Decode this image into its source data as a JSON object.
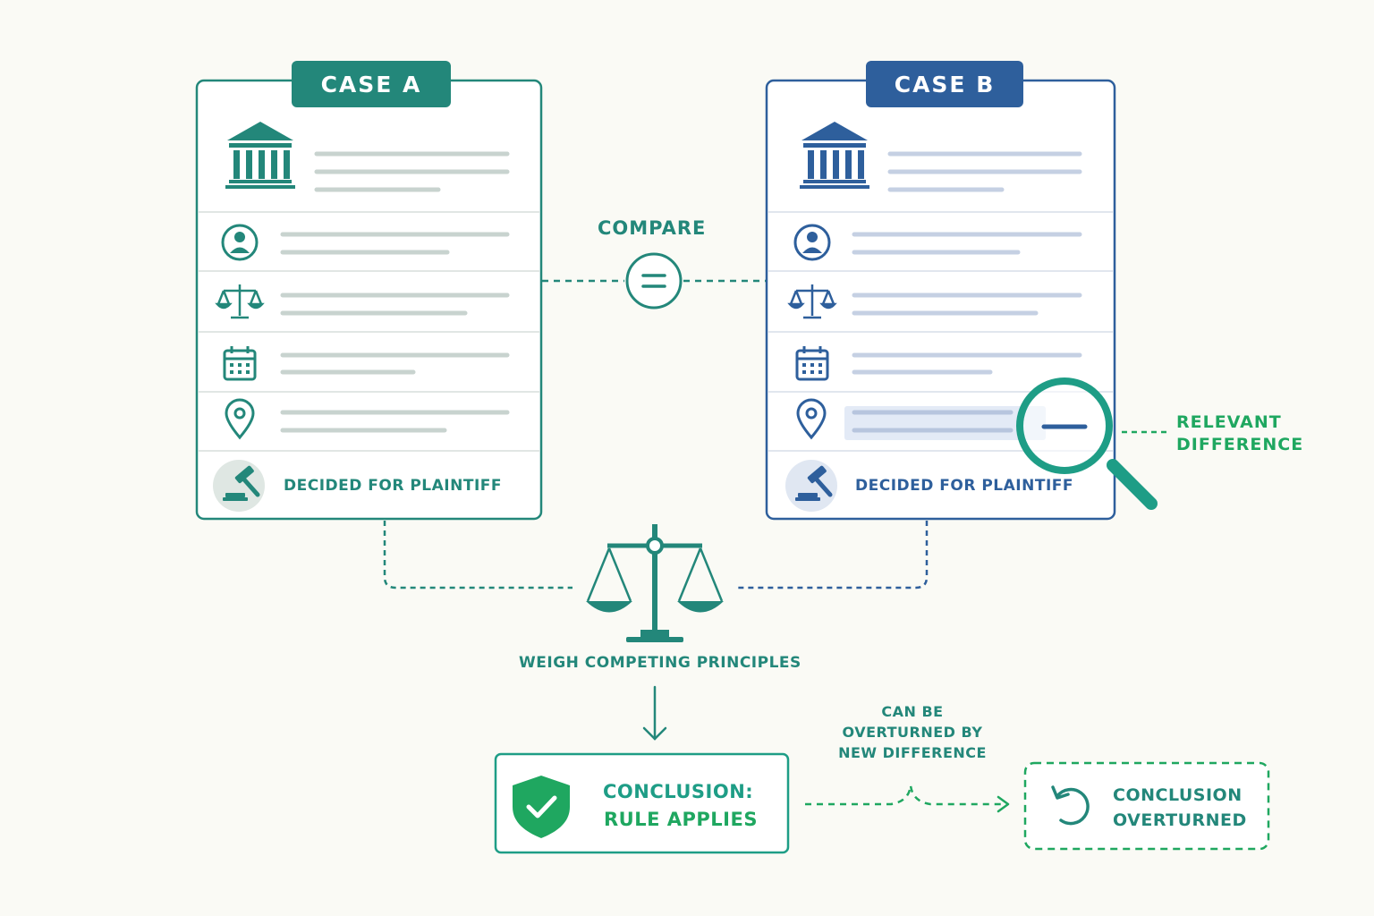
{
  "case_a": {
    "title": "CASE A",
    "outcome": "DECIDED FOR PLAINTIFF",
    "rows": [
      {
        "icon": "courthouse-icon"
      },
      {
        "icon": "person-icon"
      },
      {
        "icon": "scales-icon"
      },
      {
        "icon": "calendar-icon"
      },
      {
        "icon": "location-pin-icon"
      }
    ],
    "outcome_icon": "gavel-icon"
  },
  "case_b": {
    "title": "CASE B",
    "outcome": "DECIDED FOR PLAINTIFF",
    "rows": [
      {
        "icon": "courthouse-icon"
      },
      {
        "icon": "person-icon"
      },
      {
        "icon": "scales-icon"
      },
      {
        "icon": "calendar-icon"
      },
      {
        "icon": "location-pin-icon"
      }
    ],
    "outcome_icon": "gavel-icon"
  },
  "compare": {
    "label": "COMPARE",
    "icon": "equals-icon"
  },
  "difference": {
    "line1": "RELEVANT",
    "line2": "DIFFERENCE",
    "icon": "magnifier-icon"
  },
  "weigh": {
    "label": "WEIGH COMPETING PRINCIPLES",
    "icon": "balance-scale-icon"
  },
  "conclusion": {
    "line1": "CONCLUSION:",
    "line2": "RULE APPLIES",
    "icon": "shield-check-icon"
  },
  "overturn_note": {
    "line1": "CAN BE",
    "line2": "OVERTURNED BY",
    "line3": "NEW DIFFERENCE"
  },
  "overturned": {
    "line1": "CONCLUSION",
    "line2": "OVERTURNED",
    "icon": "undo-icon"
  },
  "colors": {
    "teal": "#23877a",
    "blue": "#2e5f9c",
    "green": "#1fa760",
    "grey_line": "#c8d3cf",
    "blue_line": "#c5d0e3"
  }
}
